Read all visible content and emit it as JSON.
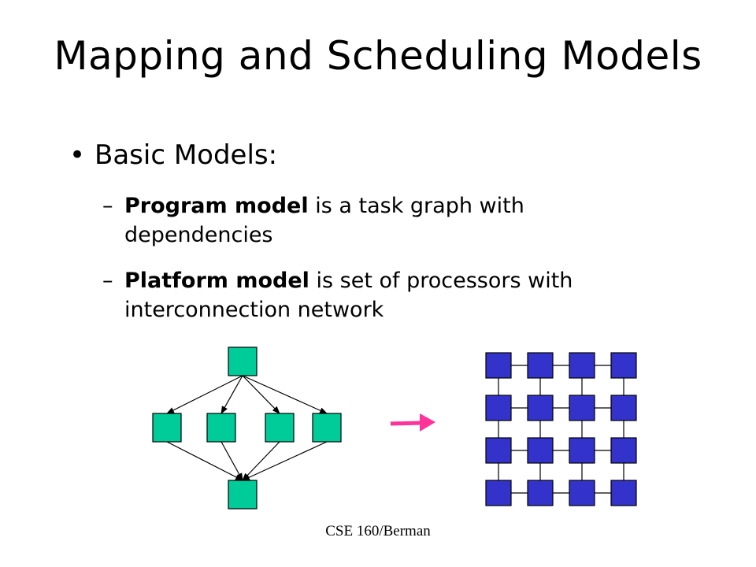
{
  "slide": {
    "title": "Mapping and Scheduling Models",
    "bullet": "Basic Models:",
    "bullet_marker": "•",
    "dash_marker": "–",
    "subpoints": [
      {
        "bold": "Program model",
        "rest": " is a task graph with dependencies"
      },
      {
        "bold": "Platform model",
        "rest": " is set of processors with interconnection network"
      }
    ],
    "footer": "CSE 160/Berman"
  },
  "colors": {
    "task_fill": "#00cc99",
    "processor_fill": "#3333cc",
    "mapping_arrow": "#ff3399",
    "edge": "#000000"
  },
  "task_graph": {
    "levels": [
      1,
      4,
      1
    ]
  },
  "processor_grid": {
    "rows": 4,
    "cols": 4
  }
}
